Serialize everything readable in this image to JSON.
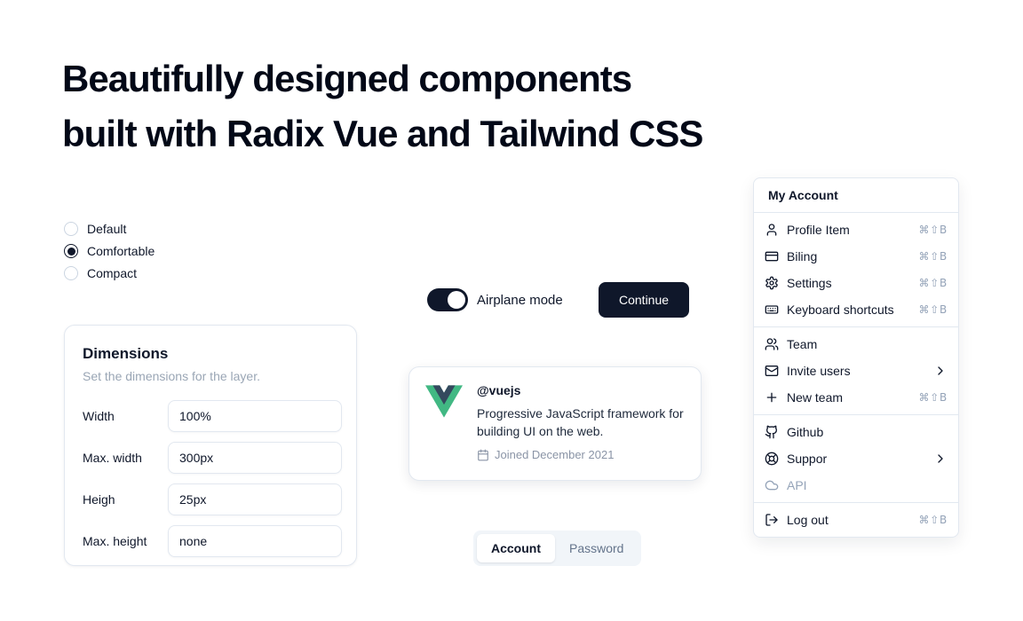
{
  "colors": {
    "accent": "#0f172a",
    "border": "#e2e8f0",
    "muted": "#94a3b8",
    "vue_green": "#41b883",
    "vue_navy": "#34495e"
  },
  "hero": {
    "line1": "Beautifully designed components",
    "line2": "built with Radix Vue and Tailwind CSS"
  },
  "radio_group": {
    "options": [
      {
        "label": "Default",
        "selected": false
      },
      {
        "label": "Comfortable",
        "selected": true
      },
      {
        "label": "Compact",
        "selected": false
      }
    ]
  },
  "dimensions": {
    "title": "Dimensions",
    "subtitle": "Set the dimensions for the layer.",
    "fields": [
      {
        "label": "Width",
        "value": "100%"
      },
      {
        "label": "Max. width",
        "value": "300px"
      },
      {
        "label": "Heigh",
        "value": "25px"
      },
      {
        "label": "Max. height",
        "value": "none"
      }
    ]
  },
  "airplane": {
    "label": "Airplane mode",
    "on": true
  },
  "continue_button": {
    "label": "Continue"
  },
  "hover_card": {
    "handle": "@vuejs",
    "description": "Progressive JavaScript framework for building UI on the web.",
    "joined": "Joined December 2021",
    "logo": "vue-logo"
  },
  "tabs": [
    {
      "label": "Account",
      "active": true
    },
    {
      "label": "Password",
      "active": false
    }
  ],
  "menu": {
    "header": "My Account",
    "groups": [
      {
        "items": [
          {
            "label": "Profile Item",
            "icon": "user-icon",
            "shortcut": "⌘⇧B"
          },
          {
            "label": "Biling",
            "icon": "credit-card-icon",
            "shortcut": "⌘⇧B"
          },
          {
            "label": "Settings",
            "icon": "gear-icon",
            "shortcut": "⌘⇧B"
          },
          {
            "label": "Keyboard shortcuts",
            "icon": "keyboard-icon",
            "shortcut": "⌘⇧B"
          }
        ]
      },
      {
        "items": [
          {
            "label": "Team",
            "icon": "users-icon"
          },
          {
            "label": "Invite users",
            "icon": "mail-icon",
            "submenu": true
          },
          {
            "label": "New team",
            "icon": "plus-icon",
            "shortcut": "⌘⇧B"
          }
        ]
      },
      {
        "items": [
          {
            "label": "Github",
            "icon": "github-icon"
          },
          {
            "label": "Suppor",
            "icon": "life-buoy-icon",
            "submenu": true
          },
          {
            "label": "API",
            "icon": "cloud-icon",
            "disabled": true
          }
        ]
      },
      {
        "items": [
          {
            "label": "Log out",
            "icon": "logout-icon",
            "shortcut": "⌘⇧B"
          }
        ]
      }
    ]
  }
}
